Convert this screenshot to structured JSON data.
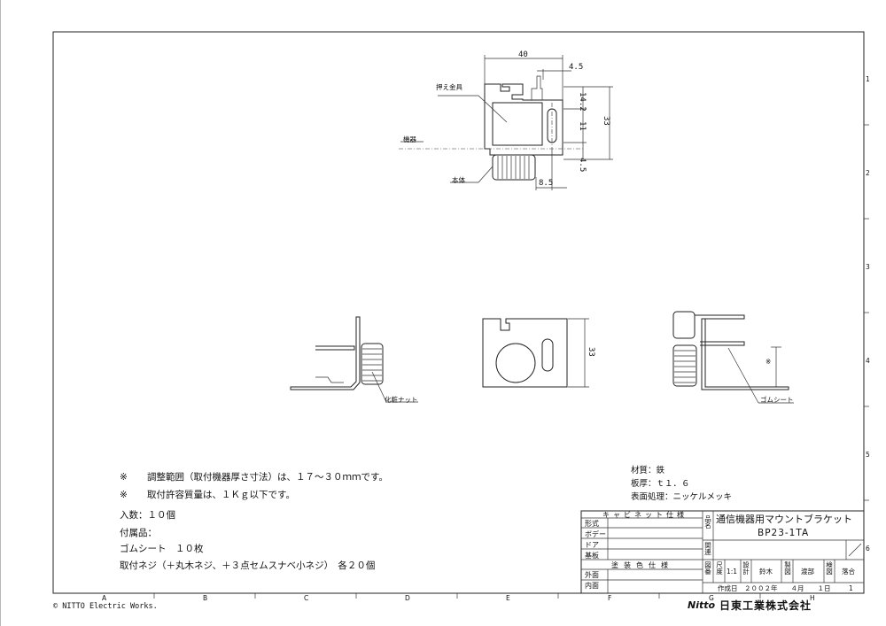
{
  "drawing": {
    "callouts": {
      "holder": "押え金具",
      "device": "機器",
      "body": "本体",
      "cosmetic_nut": "化粧ナット",
      "rubber_sheet": "ゴムシート",
      "asterisk": "※"
    },
    "dims": {
      "d40": "40",
      "d4_5_top": "4.5",
      "d14_2": "14.2",
      "d11": "11",
      "d33": "33",
      "d4_5_side": "4.5",
      "d8_5": "8.5",
      "d33_front": "33"
    },
    "zone_cols": [
      "A",
      "B",
      "C",
      "D",
      "E",
      "F",
      "G",
      "H"
    ],
    "zone_rows": [
      "1",
      "2",
      "3",
      "4",
      "5",
      "6"
    ]
  },
  "notes": {
    "line1_mark": "※",
    "line1": "調整範囲（取付機器厚さ寸法）は、１７～３０ｍｍです。",
    "line2_mark": "※",
    "line2": "取付許容質量は、１Ｋｇ以下です。",
    "qty": "入数：１０個",
    "accessories": "付属品：",
    "rubber": "ゴムシート　１０枚",
    "screws": "取付ネジ（＋丸木ネジ、＋３点セムスナベ小ネジ）　各２０個"
  },
  "material": {
    "material": "材質：鉄",
    "thickness": "板厚：ｔ１．６",
    "finish": "表面処理：ニッケルメッキ"
  },
  "title_block": {
    "spec_header": "キャビネット仕様",
    "rows": [
      "形式",
      "ボデー",
      "ドア",
      "基板"
    ],
    "paint_header": "塗装色仕様",
    "paint_rows": [
      "外面",
      "内面"
    ],
    "name_label": "品名",
    "product_name": "通信機器用マウントブラケット",
    "model": "BP23-1TA",
    "rel_label": "関連",
    "drawing_no_label": "図番",
    "scale_label": "尺度",
    "scale_value": "1:1",
    "design_label": "設計",
    "design_value": "鈴木",
    "draw_label": "製図",
    "draw_value": "渡部",
    "check_label": "検図",
    "check_value": "落合",
    "date": "作成日　２００２年　　４月　　１日",
    "sheet_mark": "1"
  },
  "footer": {
    "copyright": "© NITTO Electric Works.",
    "brand_logo": "Nitto",
    "company": "日東工業株式会社"
  }
}
